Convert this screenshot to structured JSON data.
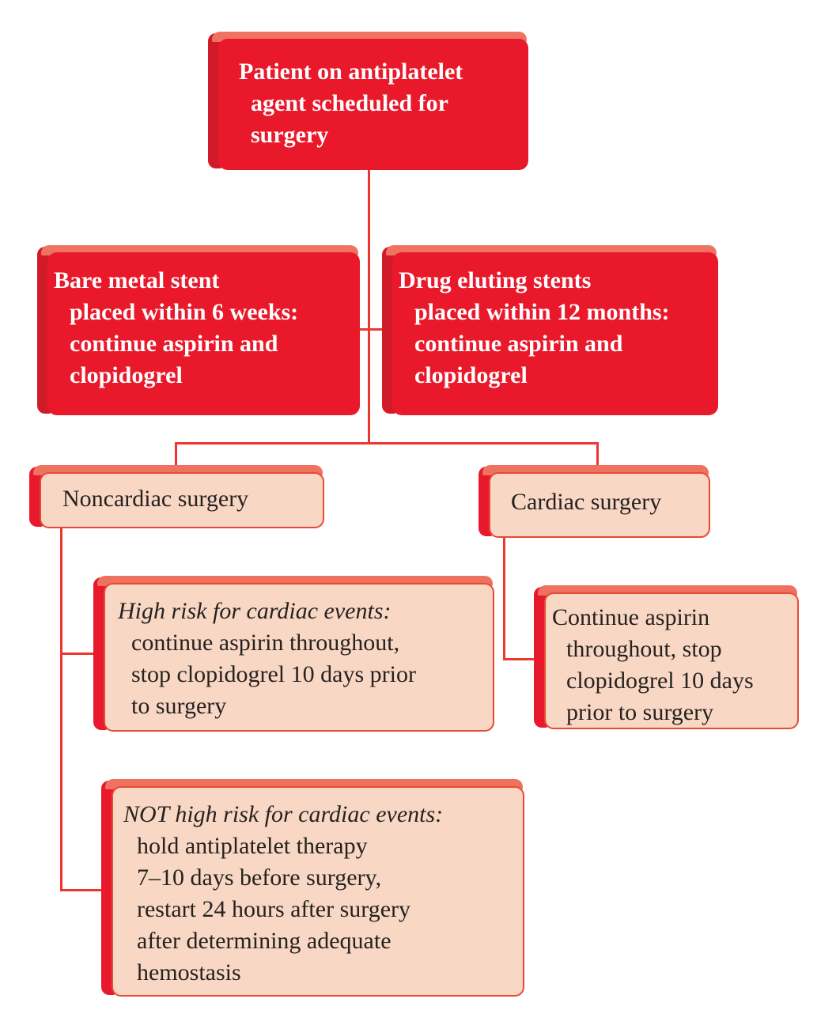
{
  "diagram": {
    "type": "flowchart",
    "topic": "Perioperative management of patient on antiplatelet agent"
  },
  "colors": {
    "box_red": "#e9192b",
    "box_red_left_bevel": "#d21b28",
    "bevel_top_salmon": "#ef7260",
    "pink_face": "#f9d7c5",
    "pink_border": "#e84a32",
    "pink_left_bevel": "#e8192c",
    "connector_red": "#ec372e",
    "text_white": "#ffffff",
    "text_dark": "#26221f"
  },
  "boxes": {
    "patient": {
      "lines": [
        "Patient on antiplatelet",
        "agent scheduled for",
        "surgery"
      ]
    },
    "bare_metal_stent": {
      "lines": [
        "Bare metal stent",
        "placed within 6 weeks:",
        "continue aspirin and",
        "clopidogrel"
      ]
    },
    "drug_eluting_stents": {
      "lines": [
        "Drug eluting stents",
        "placed within 12 months:",
        "continue aspirin and",
        "clopidogrel"
      ]
    },
    "noncardiac_surgery": {
      "lines": [
        "Noncardiac surgery"
      ]
    },
    "cardiac_surgery": {
      "lines": [
        "Cardiac surgery"
      ]
    },
    "high_risk": {
      "lines": [
        "High risk for cardiac events:",
        "continue aspirin throughout,",
        "stop clopidogrel 10 days prior",
        "to surgery"
      ]
    },
    "cardiac_plan": {
      "lines": [
        "Continue aspirin",
        "throughout, stop",
        "clopidogrel 10 days",
        "prior to surgery"
      ]
    },
    "not_high_risk": {
      "lines": [
        "NOT high risk for cardiac events:",
        "hold antiplatelet therapy",
        "7–10 days before surgery,",
        "restart 24 hours after surgery",
        "after determining adequate",
        "hemostasis"
      ]
    }
  },
  "edges": [
    {
      "from": "patient",
      "to": "bare_metal_stent"
    },
    {
      "from": "patient",
      "to": "drug_eluting_stents"
    },
    {
      "from": "stent_row",
      "to": "noncardiac_surgery"
    },
    {
      "from": "stent_row",
      "to": "cardiac_surgery"
    },
    {
      "from": "noncardiac_surgery",
      "to": "high_risk"
    },
    {
      "from": "noncardiac_surgery",
      "to": "not_high_risk"
    },
    {
      "from": "cardiac_surgery",
      "to": "cardiac_plan"
    }
  ]
}
